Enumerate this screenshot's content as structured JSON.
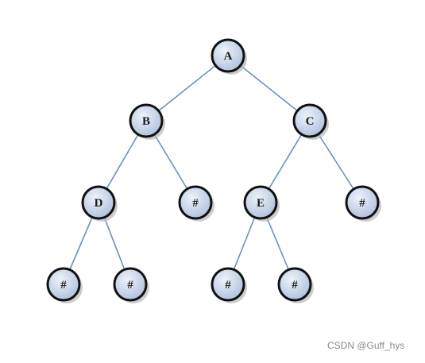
{
  "tree": {
    "nodes": [
      {
        "id": "A",
        "label": "A"
      },
      {
        "id": "B",
        "label": "B"
      },
      {
        "id": "C",
        "label": "C"
      },
      {
        "id": "D",
        "label": "D"
      },
      {
        "id": "B_null",
        "label": "#"
      },
      {
        "id": "E",
        "label": "E"
      },
      {
        "id": "C_null",
        "label": "#"
      },
      {
        "id": "D_null_left",
        "label": "#"
      },
      {
        "id": "D_null_right",
        "label": "#"
      },
      {
        "id": "E_null_left",
        "label": "#"
      },
      {
        "id": "E_null_right",
        "label": "#"
      }
    ],
    "edges": [
      [
        "A",
        "B"
      ],
      [
        "A",
        "C"
      ],
      [
        "B",
        "D"
      ],
      [
        "B",
        "B_null"
      ],
      [
        "C",
        "E"
      ],
      [
        "C",
        "C_null"
      ],
      [
        "D",
        "D_null_left"
      ],
      [
        "D",
        "D_null_right"
      ],
      [
        "E",
        "E_null_left"
      ],
      [
        "E",
        "E_null_right"
      ]
    ],
    "colors": {
      "edge": "#6b8fc4",
      "node_border": "#111111",
      "node_fill_light": "#eef2fa",
      "node_fill_dark": "#aebfdc",
      "shadow": "#b8b8b8"
    }
  },
  "watermark": "CSDN @Guff_hys"
}
